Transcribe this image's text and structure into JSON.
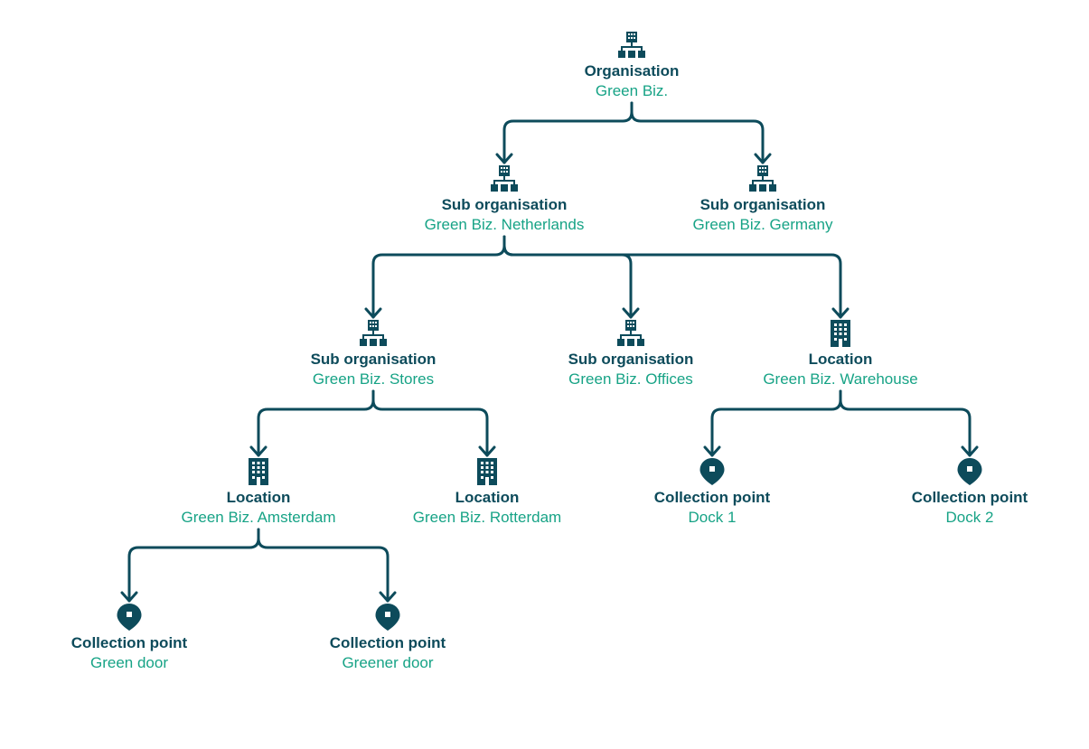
{
  "colors": {
    "connector": "#0d4b5b",
    "icon": "#0d4b5b",
    "type_text": "#0d4b5b",
    "name_text": "#17a386"
  },
  "nodes": [
    {
      "id": "org",
      "icon": "org-chart-icon",
      "type": "Organisation",
      "name": "Green Biz."
    },
    {
      "id": "sub-nl",
      "icon": "org-chart-icon",
      "type": "Sub organisation",
      "name": "Green Biz. Netherlands"
    },
    {
      "id": "sub-de",
      "icon": "org-chart-icon",
      "type": "Sub organisation",
      "name": "Green Biz. Germany"
    },
    {
      "id": "sub-stores",
      "icon": "org-chart-icon",
      "type": "Sub organisation",
      "name": "Green Biz. Stores"
    },
    {
      "id": "sub-offices",
      "icon": "org-chart-icon",
      "type": "Sub organisation",
      "name": "Green Biz. Offices"
    },
    {
      "id": "loc-warehouse",
      "icon": "building-icon",
      "type": "Location",
      "name": "Green Biz. Warehouse"
    },
    {
      "id": "loc-amsterdam",
      "icon": "building-icon",
      "type": "Location",
      "name": "Green Biz. Amsterdam"
    },
    {
      "id": "loc-rotterdam",
      "icon": "building-icon",
      "type": "Location",
      "name": "Green Biz. Rotterdam"
    },
    {
      "id": "cp-dock1",
      "icon": "map-pin-icon",
      "type": "Collection point",
      "name": "Dock 1"
    },
    {
      "id": "cp-dock2",
      "icon": "map-pin-icon",
      "type": "Collection point",
      "name": "Dock 2"
    },
    {
      "id": "cp-green",
      "icon": "map-pin-icon",
      "type": "Collection point",
      "name": "Green door"
    },
    {
      "id": "cp-greener",
      "icon": "map-pin-icon",
      "type": "Collection point",
      "name": "Greener door"
    }
  ],
  "edges": [
    [
      "org",
      "sub-nl"
    ],
    [
      "org",
      "sub-de"
    ],
    [
      "sub-nl",
      "sub-stores"
    ],
    [
      "sub-nl",
      "sub-offices"
    ],
    [
      "sub-nl",
      "loc-warehouse"
    ],
    [
      "sub-stores",
      "loc-amsterdam"
    ],
    [
      "sub-stores",
      "loc-rotterdam"
    ],
    [
      "loc-warehouse",
      "cp-dock1"
    ],
    [
      "loc-warehouse",
      "cp-dock2"
    ],
    [
      "loc-amsterdam",
      "cp-green"
    ],
    [
      "loc-amsterdam",
      "cp-greener"
    ]
  ]
}
